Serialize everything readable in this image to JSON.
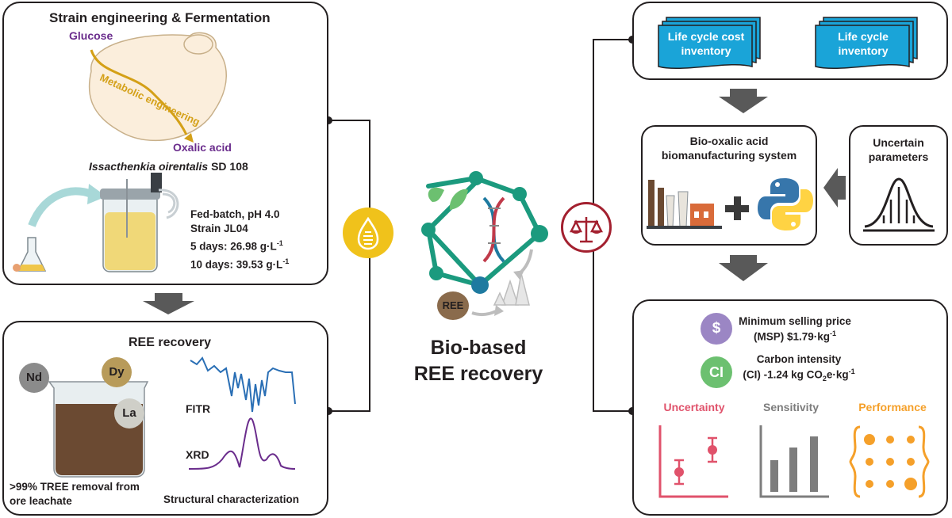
{
  "left_top": {
    "title": "Strain engineering & Fermentation",
    "glucose": "Glucose",
    "metabolic": "Metabolic engineering",
    "oxalic": "Oxalic acid",
    "strain_species": "Issacthenkia oirentalis",
    "strain_code": " SD 108",
    "info": [
      "Fed-batch, pH 4.0",
      "Strain JL04",
      "5 days: 26.98 g·L",
      "10 days: 39.53 g·L"
    ],
    "unit_sup": "-1"
  },
  "left_bottom": {
    "title": "REE recovery",
    "elements": [
      "Nd",
      "Dy",
      "La"
    ],
    "removal_line1": ">99% TREE removal from",
    "removal_line2": "ore leachate",
    "ftir": "FITR",
    "xrd": "XRD",
    "structural": "Structural characterization"
  },
  "center": {
    "ree_badge": "REE",
    "title_line1": "Bio-based",
    "title_line2": "REE recovery"
  },
  "right_top": {
    "doc1_line1": "Life cycle cost",
    "doc1_line2": "inventory",
    "doc2_line1": "Life cycle",
    "doc2_line2": "inventory"
  },
  "right_middle": {
    "system_line1": "Bio-oxalic acid",
    "system_line2": "biomanufacturing system",
    "uncertain_line1": "Uncertain",
    "uncertain_line2": "parameters"
  },
  "right_bottom": {
    "msp_icon": "$",
    "msp_line1": "Minimum selling price",
    "msp_line2": "(MSP) $1.79·kg",
    "ci_icon": "CI",
    "ci_line1": "Carbon intensity",
    "ci_line2_a": "(CI) -1.24 kg CO",
    "ci_line2_sub": "2",
    "ci_line2_b": "e·kg",
    "unit_sup": "-1",
    "uncertainty": "Uncertainty",
    "sensitivity": "Sensitivity",
    "performance": "Performance",
    "colors": {
      "uncertainty": "#e0526b",
      "sensitivity": "#7d7d7d",
      "performance": "#f5a02a",
      "msp_icon": "#9b86c4",
      "ci_icon": "#6cc070",
      "document": "#1aa4d8",
      "node": "#1b9a7e",
      "purple_text": "#6a2c8c",
      "gold_text": "#d4a017"
    }
  }
}
